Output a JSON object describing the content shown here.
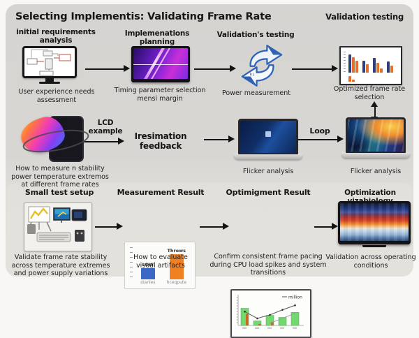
{
  "title": "Selecting Implementis: Validating Frame Rate",
  "corner_label": "Validation testing",
  "row1": {
    "col1": {
      "header": "initial requirements analysis",
      "caption": "User experience needs assessment"
    },
    "col2": {
      "header": "Implemenations planning",
      "caption": "Timing parameter selection mensi margin"
    },
    "col3": {
      "header": "Validation's testing",
      "caption": "Power measurement"
    },
    "col4": {
      "caption": "Optimized frame rate selection"
    }
  },
  "row2": {
    "col1_caption": "How to measure n stability power temperature extremos at different frame rates",
    "lcd_label": "LCD example",
    "feedback_label": "Iresimation feedback",
    "laptop1_caption": "Flicker analysis",
    "loop_label": "Loop",
    "laptop2_caption": "Flicker analysis"
  },
  "row3": {
    "col1": {
      "header": "Small test setup",
      "caption": "Validate frame rate stability across temperature extremes and power supply variations"
    },
    "col2": {
      "header": "Measurement Result",
      "caption": "How to evaluate visual artifacts"
    },
    "col3": {
      "header": "Optimigment Result",
      "caption": "Confirm consistent frame pacing during CPU load spikes and system transitions"
    },
    "col4": {
      "header": "Optimization vizabiology",
      "caption": "Validation across operating conditions"
    }
  },
  "mini_charts": {
    "frame_rate_chart": {
      "type": "bar",
      "main_bars": [
        {
          "h": 26,
          "c": "navy"
        },
        {
          "h": 22,
          "c": "orange"
        },
        {
          "h": 17,
          "c": "orange"
        },
        {
          "h": 0,
          "c": "gap"
        },
        {
          "h": 17,
          "c": "navy"
        },
        {
          "h": 12,
          "c": "orange"
        },
        {
          "h": 0,
          "c": "gap"
        },
        {
          "h": 21,
          "c": "navy"
        },
        {
          "h": 14,
          "c": "orange"
        },
        {
          "h": 6,
          "c": "orange"
        },
        {
          "h": 0,
          "c": "gap"
        },
        {
          "h": 16,
          "c": "navy"
        },
        {
          "h": 10,
          "c": "orange"
        }
      ],
      "sub_bars": [
        {
          "h": 8,
          "c": "orange"
        },
        {
          "h": 3,
          "c": "orange"
        }
      ],
      "navy": "#2e3f7a",
      "orange": "#e2702a"
    },
    "measurement_chart": {
      "type": "bar",
      "categories": [
        "stanles",
        "hceqpute"
      ],
      "values": [
        27,
        62
      ],
      "bar_labels": [
        "LOW",
        "Threws"
      ],
      "colors": [
        "#3a68c4",
        "#f08122"
      ],
      "ymax": 80
    },
    "optimization_chart": {
      "type": "bar+line",
      "green_bars": [
        68,
        18,
        40,
        32,
        52
      ],
      "orange_bars": [
        46,
        6,
        14,
        0,
        0
      ],
      "line1": [
        55,
        28,
        42,
        62,
        80
      ],
      "line2": [
        null,
        null,
        14,
        34,
        54
      ],
      "legend": "million",
      "green": "#72d96e",
      "orange_bar": "#c96a22",
      "ymax": 100
    }
  },
  "colors": {
    "canvas": "#d7d5d2",
    "arrow": "#141414",
    "navy": "#2e3f7a",
    "orange": "#e2702a"
  }
}
